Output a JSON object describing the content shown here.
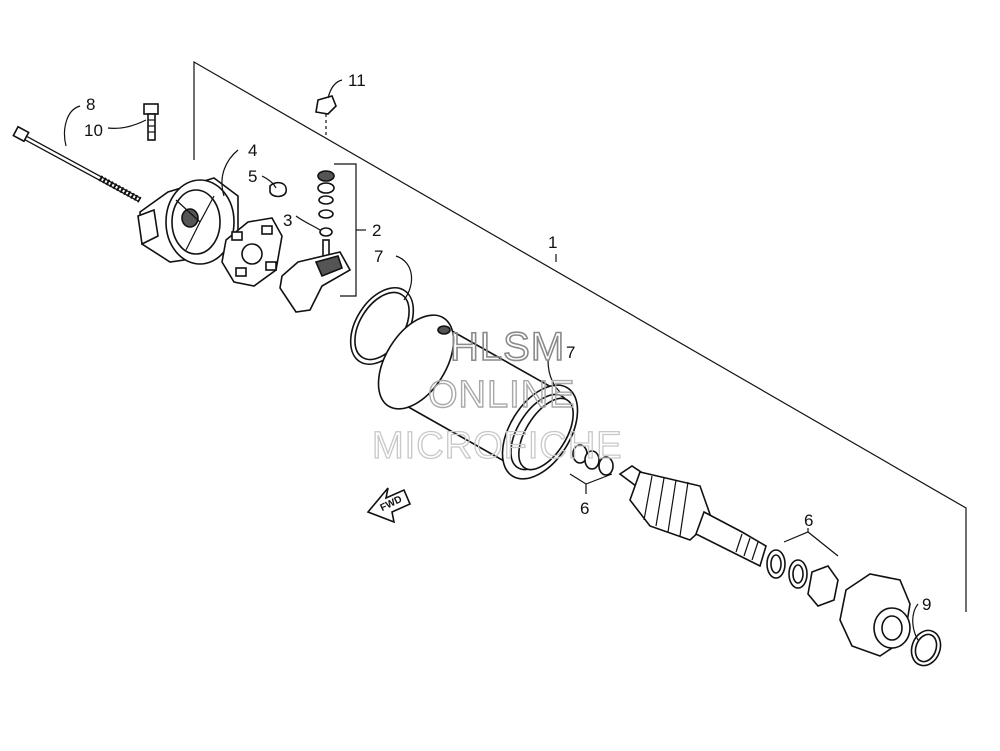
{
  "callouts": {
    "c1": "1",
    "c2": "2",
    "c3": "3",
    "c4": "4",
    "c5": "5",
    "c6a": "6",
    "c6b": "6",
    "c7a": "7",
    "c7b": "7",
    "c8": "8",
    "c9": "9",
    "c10": "10",
    "c11": "11"
  },
  "watermark": {
    "line1": "HLSM",
    "line2": "ONLINE",
    "line3": "MICROFICHE"
  },
  "direction_arrow": {
    "label": "FWD"
  }
}
